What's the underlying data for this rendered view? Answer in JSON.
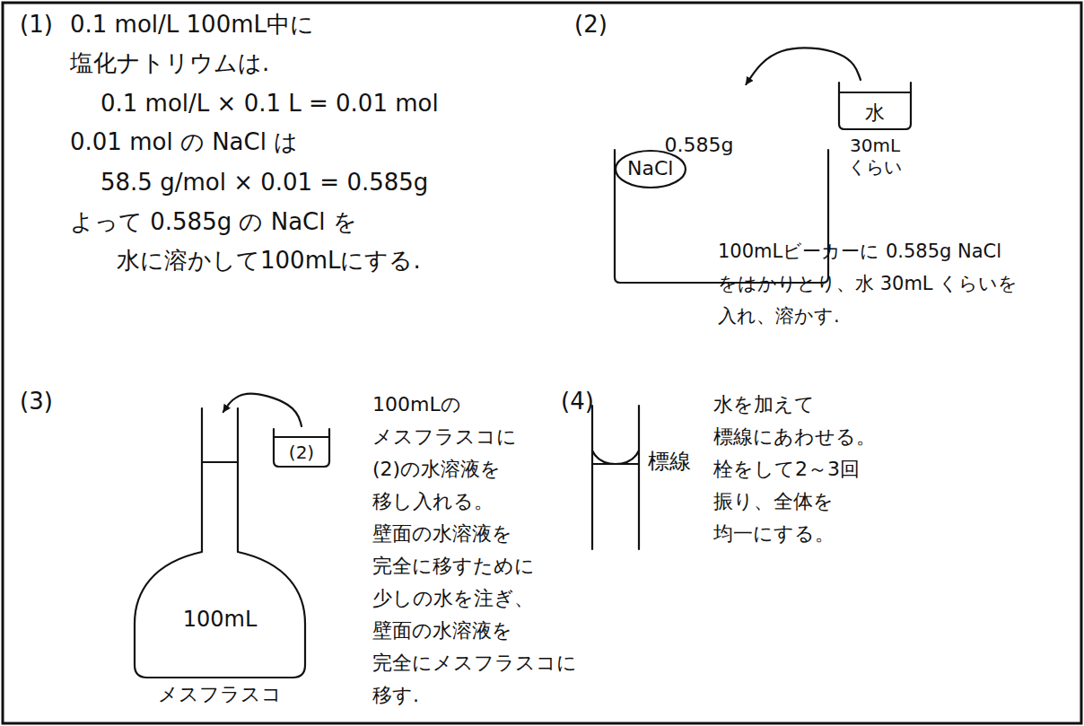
{
  "diagram": {
    "nodes": [
      {
        "text": [
          "0.585g"
        ]
      },
      {
        "text": [
          "NaCl"
        ],
        "in": 0
      },
      {
        "text": [
          "水",
          "30mL くらい"
        ]
      },
      {
        "text": [
          "100mL",
          "メスフラスコ"
        ]
      },
      {
        "text": [
          "(2)"
        ]
      }
    ],
    "edges": [
      {
        "from": 2,
        "to": 0,
        "arrow": "to"
      },
      {
        "from": 4,
        "to": 3,
        "arrow": "to"
      }
    ],
    "labels": [
      "(1)",
      "0.1 mol/L 100mL中に",
      "塩化ナトリウムは.",
      "0.1 mol/L × 0.1 L = 0.01 mol",
      "0.01 mol の NaCl は",
      "58.5 g/mol × 0.01 = 0.585g",
      "よって 0.585g の NaCl を",
      "水に溶かして100mLにする.",
      "(2)",
      "100mLビーカーに 0.585g NaCl",
      "をはかりとり、水 30mL くらいを",
      "入れ、溶かす.",
      "(3)",
      "100mLの",
      "メスフラスコに",
      "(2)の水溶液を",
      "移し入れる。",
      "壁面の水溶液を",
      "完全に移すために",
      "少しの水を注ぎ、",
      "壁面の水溶液を",
      "完全にメスフラスコに",
      "移す.",
      "(4)",
      "標線",
      "水を加えて",
      "標線にあわせる。",
      "栓をして2～3回",
      "振り、全体を",
      "均一にする。"
    ]
  }
}
